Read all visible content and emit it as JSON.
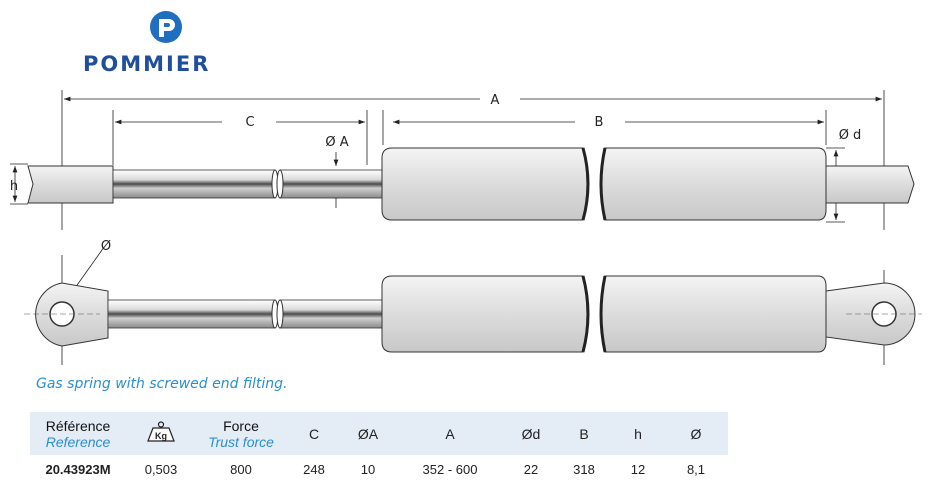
{
  "brand": {
    "name": "POMMIER",
    "logo_icon": "pommier-p-logo-icon",
    "color": "#1f4e9c"
  },
  "drawing": {
    "labels": {
      "A": "A",
      "B": "B",
      "C": "C",
      "oA": "Ø A",
      "od": "Ø d",
      "h": "h",
      "o": "Ø"
    }
  },
  "caption": "Gas spring with screwed end filting.",
  "table": {
    "headers": [
      {
        "fr": "Référence",
        "en": "Reference"
      },
      {
        "icon": "kg-weight-icon",
        "text": "Kg"
      },
      {
        "fr": "Force",
        "en": "Trust force"
      },
      {
        "text": "C"
      },
      {
        "text": "ØA"
      },
      {
        "text": "A"
      },
      {
        "text": "Ød"
      },
      {
        "text": "B"
      },
      {
        "text": "h"
      },
      {
        "text": "Ø"
      }
    ],
    "rows": [
      [
        "20.43923M",
        "0,503",
        "800",
        "248",
        "10",
        "352 - 600",
        "22",
        "318",
        "12",
        "8,1"
      ]
    ]
  },
  "colors": {
    "accent": "#2a8fd0",
    "header_bg": "#e4ecf6"
  }
}
